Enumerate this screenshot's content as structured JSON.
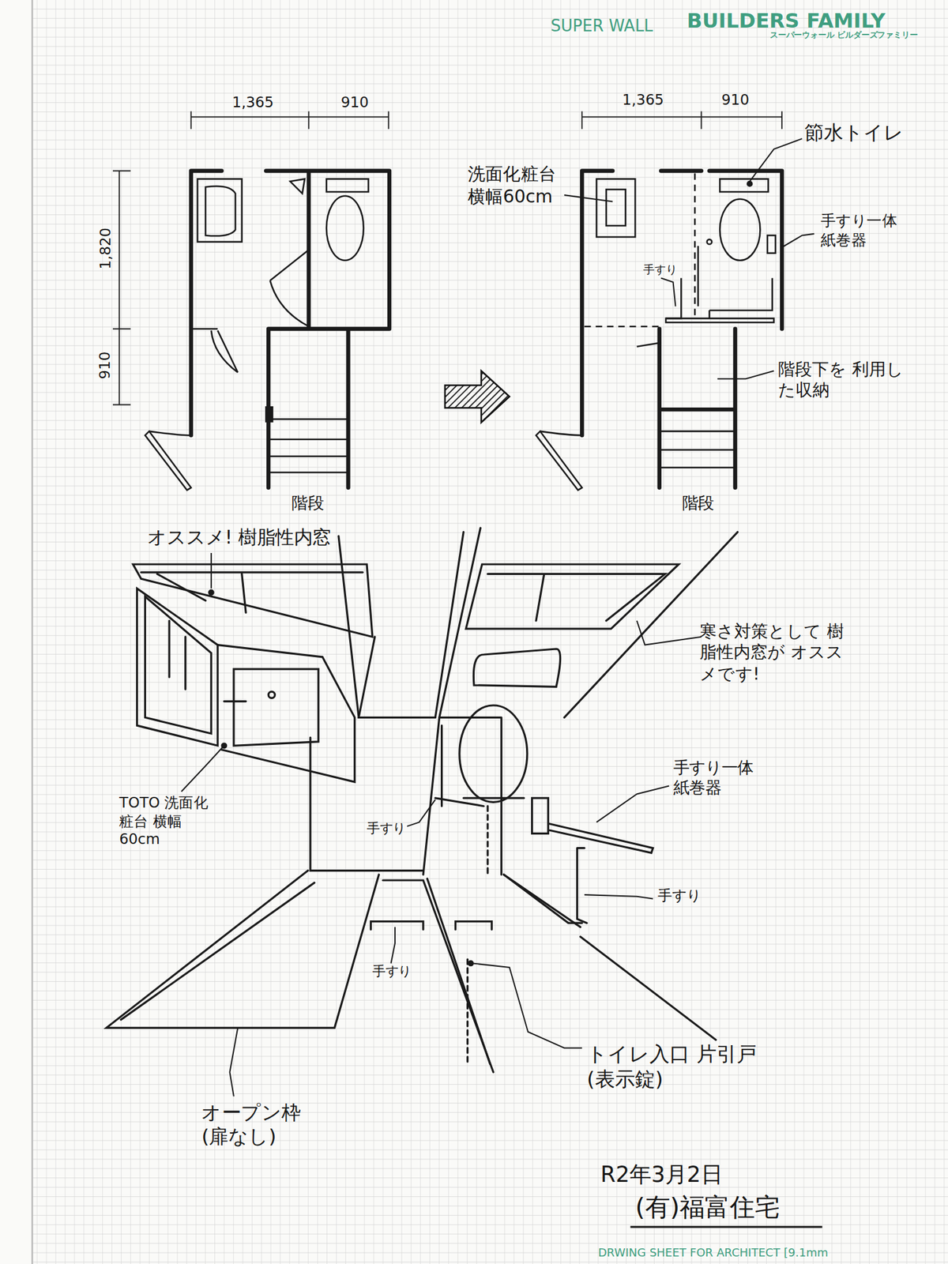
{
  "diagram": {
    "labels": [
      "SUPER WALL",
      "BUILDERS FAMILY",
      "スーパーウォール ビルダーズファミリー",
      "1,365",
      "910",
      "1,820",
      "910",
      "階段",
      "1,365",
      "910",
      "節水トイレ",
      "洗面化粧台 横幅60cm",
      "手すり一体 紙巻器",
      "手すり",
      "階段下を 利用した収納",
      "階段",
      "オススメ! 樹脂性内窓",
      "寒さ対策として 樹脂性内窓が オススメです!",
      "TOTO 洗面化粧台 横幅60cm",
      "手すり",
      "手すり一体 紙巻器",
      "手すり",
      "手すり",
      "オープン枠 (扉なし)",
      "トイレ入口 片引戸(表示錠)",
      "R2年3月2日",
      "(有)福富住宅",
      "DRWING SHEET FOR ARCHITECT [9.1mm"
    ]
  }
}
